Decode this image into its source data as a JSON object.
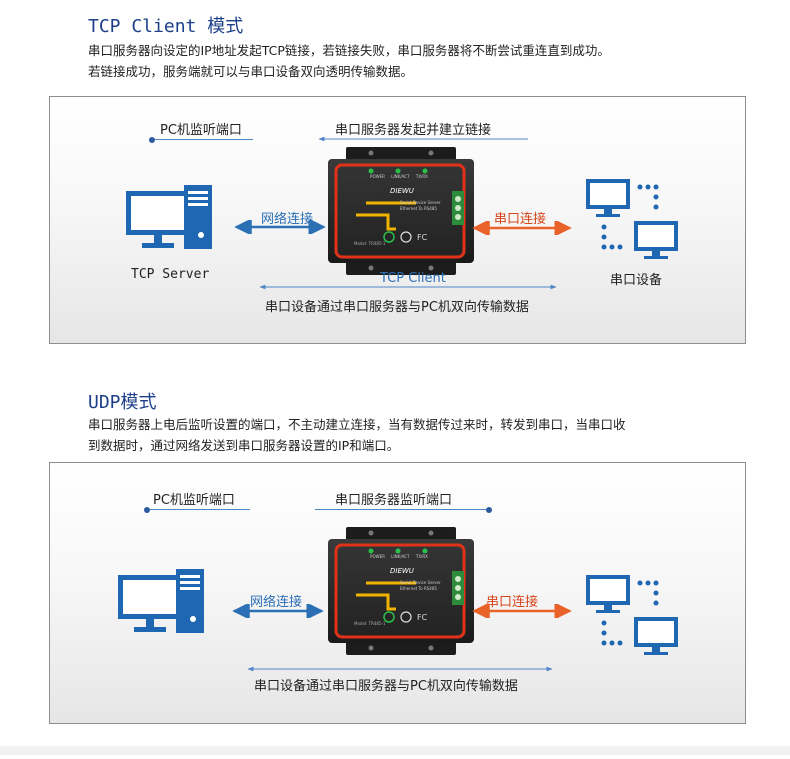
{
  "tcp": {
    "title": "TCP Client 模式",
    "desc_line1": "串口服务器向设定的IP地址发起TCP链接，若链接失败，串口服务器将不断尝试重连直到成功。",
    "desc_line2": "若链接成功，服务端就可以与串口设备双向透明传输数据。",
    "pc_port_label": "PC机监听端口",
    "top_arrow_label": "串口服务器发起并建立链接",
    "network_label": "网络连接",
    "serial_label": "串口连接",
    "server_label": "TCP Server",
    "client_label": "TCP Client",
    "device_label": "串口设备",
    "bottom_label": "串口设备通过串口服务器与PC机双向传输数据"
  },
  "udp": {
    "title": "UDP模式",
    "desc_line1": "串口服务器上电后监听设置的端口，不主动建立连接，当有数据传过来时，转发到串口，当串口收",
    "desc_line2": "到数据时，通过网络发送到串口服务器设置的IP和端口。",
    "pc_port_label": "PC机监听端口",
    "server_port_label": "串口服务器监听端口",
    "network_label": "网络连接",
    "serial_label": "串口连接",
    "bottom_label": "串口设备通过串口服务器与PC机双向传输数据"
  },
  "device_face": {
    "led_power": "POWER",
    "led_link": "LINK/ACT",
    "led_data": "TX/RX",
    "brand": "DIEWU",
    "product_line1": "Serial Device Server",
    "product_line2": "Ethernet To RS485",
    "model": "Model: TR485-1"
  },
  "colors": {
    "blue": "#2b6fb5",
    "orange": "#e8622a",
    "title_blue": "#1d3f8a"
  }
}
